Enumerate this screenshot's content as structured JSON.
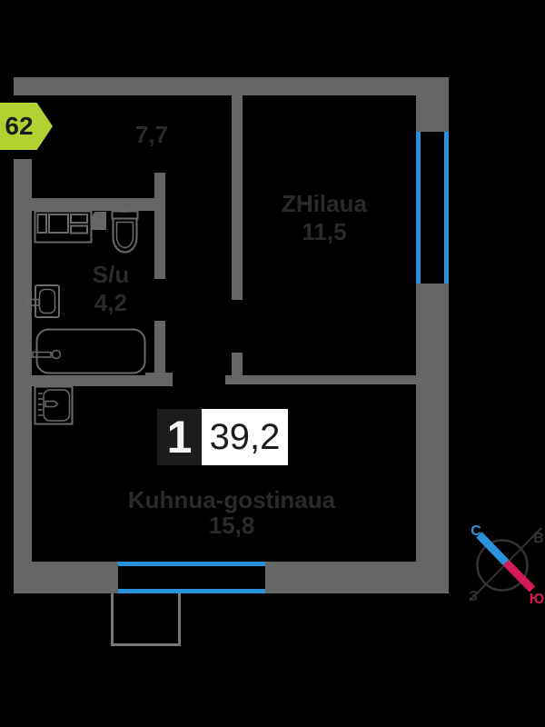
{
  "unit_tag": {
    "number": "62"
  },
  "area_badge": {
    "rooms_count": "1",
    "total_area": "39,2"
  },
  "rooms": {
    "hallway": {
      "area": "7,7"
    },
    "living_room": {
      "name": "ZHilaua",
      "area": "11,5"
    },
    "bathroom": {
      "name": "S/u",
      "area": "4,2"
    },
    "kitchen_living": {
      "name": "Kuhnua-gostinaua",
      "area": "15,8"
    }
  },
  "compass": {
    "north_label": "С",
    "east_label": "В",
    "west_label": "З",
    "south_label": "Ю"
  },
  "colors": {
    "background": "#000000",
    "wall": "#666666",
    "window": "#2a92dc",
    "fixture_outline": "#6a6a6a",
    "room_label": "#2a2a2a",
    "unit_tag_green": "#b2d234",
    "badge_dark": "#1c1c1c",
    "badge_light": "#ffffff",
    "compass_neutral": "#323232",
    "compass_north_blue": "#2a92dc",
    "compass_south_red": "#d41a5a",
    "balcony_outline": "#777777"
  }
}
